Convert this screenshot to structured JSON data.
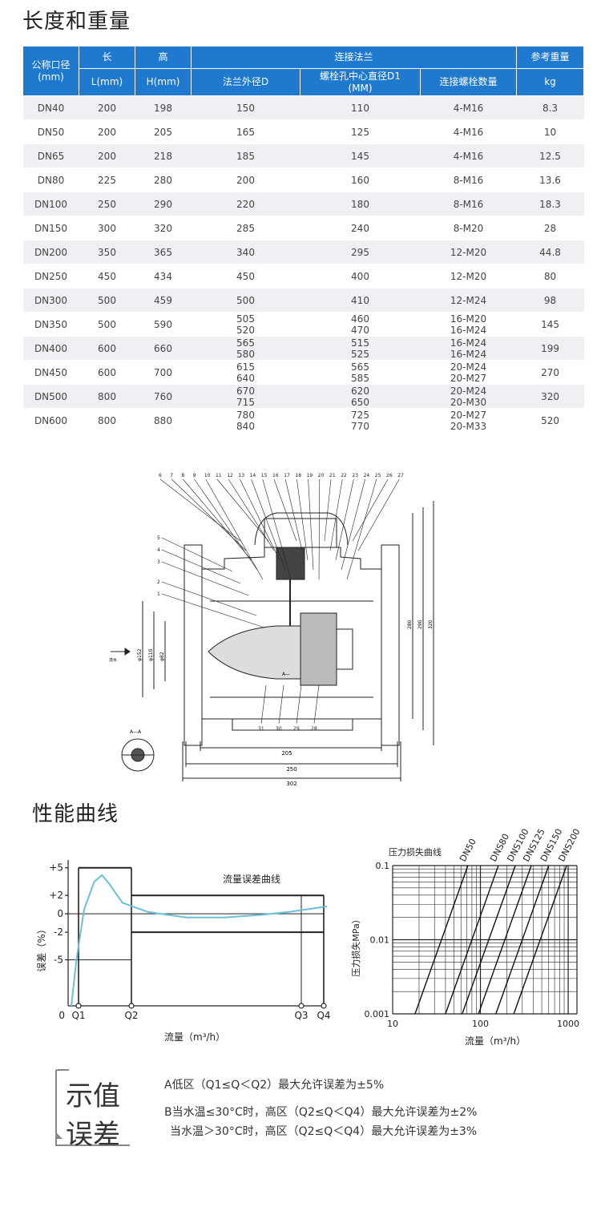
{
  "sections": {
    "dimensions_title": "长度和重量",
    "performance_title": "性能曲线"
  },
  "table": {
    "head_top": {
      "dn": "公称口径",
      "dn_unit": "(mm)",
      "length": "长",
      "height": "高",
      "flange": "连接法兰",
      "weight": "参考重量"
    },
    "head_sub": {
      "length": "L(mm)",
      "height": "H(mm)",
      "flange_od": "法兰外径D",
      "bolt_pcd": "螺栓孔中心直径D1",
      "bolt_pcd_unit": "(MM)",
      "bolt_count": "连接螺栓数量",
      "weight": "kg"
    },
    "rows": [
      {
        "dn": "DN40",
        "l": "200",
        "h": "198",
        "d": "150",
        "d1": "110",
        "bolts": "4-M16",
        "kg": "8.3"
      },
      {
        "dn": "DN50",
        "l": "200",
        "h": "205",
        "d": "165",
        "d1": "125",
        "bolts": "4-M16",
        "kg": "10"
      },
      {
        "dn": "DN65",
        "l": "200",
        "h": "218",
        "d": "185",
        "d1": "145",
        "bolts": "4-M16",
        "kg": "12.5"
      },
      {
        "dn": "DN80",
        "l": "225",
        "h": "280",
        "d": "200",
        "d1": "160",
        "bolts": "8-M16",
        "kg": "13.6"
      },
      {
        "dn": "DN100",
        "l": "250",
        "h": "290",
        "d": "220",
        "d1": "180",
        "bolts": "8-M16",
        "kg": "18.3"
      },
      {
        "dn": "DN150",
        "l": "300",
        "h": "320",
        "d": "285",
        "d1": "240",
        "bolts": "8-M20",
        "kg": "28"
      },
      {
        "dn": "DN200",
        "l": "350",
        "h": "365",
        "d": "340",
        "d1": "295",
        "bolts": "12-M20",
        "kg": "44.8"
      },
      {
        "dn": "DN250",
        "l": "450",
        "h": "434",
        "d": "450",
        "d1": "400",
        "bolts": "12-M20",
        "kg": "80"
      },
      {
        "dn": "DN300",
        "l": "500",
        "h": "459",
        "d": "500",
        "d1": "410",
        "bolts": "12-M24",
        "kg": "98"
      },
      {
        "dn": "DN350",
        "l": "500",
        "h": "590",
        "d": "505\n520",
        "d1": "460\n470",
        "bolts": "16-M20\n16-M24",
        "kg": "145"
      },
      {
        "dn": "DN400",
        "l": "600",
        "h": "660",
        "d": "565\n580",
        "d1": "515\n525",
        "bolts": "16-M24\n16-M24",
        "kg": "199"
      },
      {
        "dn": "DN450",
        "l": "600",
        "h": "700",
        "d": "615\n640",
        "d1": "565\n585",
        "bolts": "20-M24\n20-M27",
        "kg": "270"
      },
      {
        "dn": "DN500",
        "l": "800",
        "h": "760",
        "d": "670\n715",
        "d1": "620\n650",
        "bolts": "20-M24\n20-M30",
        "kg": "320"
      },
      {
        "dn": "DN600",
        "l": "800",
        "h": "880",
        "d": "780\n840",
        "d1": "725\n770",
        "bolts": "20-M27\n20-M33",
        "kg": "520"
      }
    ]
  },
  "drawing": {
    "part_numbers_top": [
      "6",
      "7",
      "8",
      "9",
      "10",
      "11",
      "12",
      "13",
      "14",
      "15",
      "16",
      "17",
      "18",
      "19",
      "20",
      "21",
      "22",
      "23",
      "24",
      "25",
      "26",
      "27"
    ],
    "part_numbers_left": [
      "5",
      "4",
      "3",
      "2",
      "1"
    ],
    "part_numbers_bottom": [
      "31",
      "30",
      "29",
      "28"
    ],
    "dims_bottom": [
      "205",
      "250",
      "302"
    ],
    "dims_right": [
      "280",
      "290",
      "320"
    ],
    "dims_left": [
      "φ152",
      "φ110",
      "φ82"
    ],
    "flow_label": "流水",
    "section_label": "A—A",
    "section_marker": "A—"
  },
  "chart_data": [
    {
      "type": "line",
      "title": "流量误差曲线",
      "xlabel": "流量（m³/h）",
      "ylabel": "误差（%）",
      "y_ticks": [
        "+5",
        "+2",
        "0",
        "-2",
        "-5"
      ],
      "x_ticks": [
        "0",
        "Q1",
        "Q2",
        "Q3",
        "Q4"
      ],
      "envelope": {
        "low_zone_limit": 5,
        "high_zone_limit": 2
      },
      "series": [
        {
          "x": [
            0,
            0.02,
            0.05,
            0.09,
            0.12,
            0.15,
            0.2,
            0.3,
            0.45,
            0.6,
            0.75,
            0.85,
            1.0
          ],
          "y": [
            -10,
            -5,
            0.5,
            3.5,
            4.2,
            3.2,
            1.2,
            0.2,
            -0.4,
            -0.4,
            -0.1,
            0.2,
            0.8
          ]
        }
      ],
      "colors": {
        "curve": "#6bbfd6"
      }
    },
    {
      "type": "line",
      "title": "压力损失曲线",
      "xlabel": "流量（m³/h）",
      "ylabel": "压力损失MPa）",
      "x_scale": "log",
      "y_scale": "log",
      "x_ticks": [
        "10",
        "100",
        "1000"
      ],
      "y_ticks": [
        "0.1",
        "0.01",
        "0.001"
      ],
      "series": [
        {
          "name": "DN50",
          "x": [
            18,
            72
          ],
          "y": [
            0.001,
            0.1
          ]
        },
        {
          "name": "DNS80",
          "x": [
            40,
            160
          ],
          "y": [
            0.001,
            0.1
          ]
        },
        {
          "name": "DNS100",
          "x": [
            62,
            250
          ],
          "y": [
            0.001,
            0.1
          ]
        },
        {
          "name": "DNS125",
          "x": [
            95,
            380
          ],
          "y": [
            0.001,
            0.1
          ]
        },
        {
          "name": "DNS150",
          "x": [
            150,
            600
          ],
          "y": [
            0.001,
            0.1
          ]
        },
        {
          "name": "DNS200",
          "x": [
            240,
            960
          ],
          "y": [
            0.001,
            0.1
          ]
        }
      ]
    }
  ],
  "accuracy": {
    "box_line1": "示值",
    "box_line2": "误差",
    "note1": "A低区（Q1≤Q＜Q2）最大允许误差为±5%",
    "note2": "B当水温≤30°C时，高区（Q2≤Q＜Q4）最大允许误差为±2%",
    "note3": "当水温＞30°C时，高区（Q2≤Q＜Q4）最大允许误差为±3%"
  }
}
